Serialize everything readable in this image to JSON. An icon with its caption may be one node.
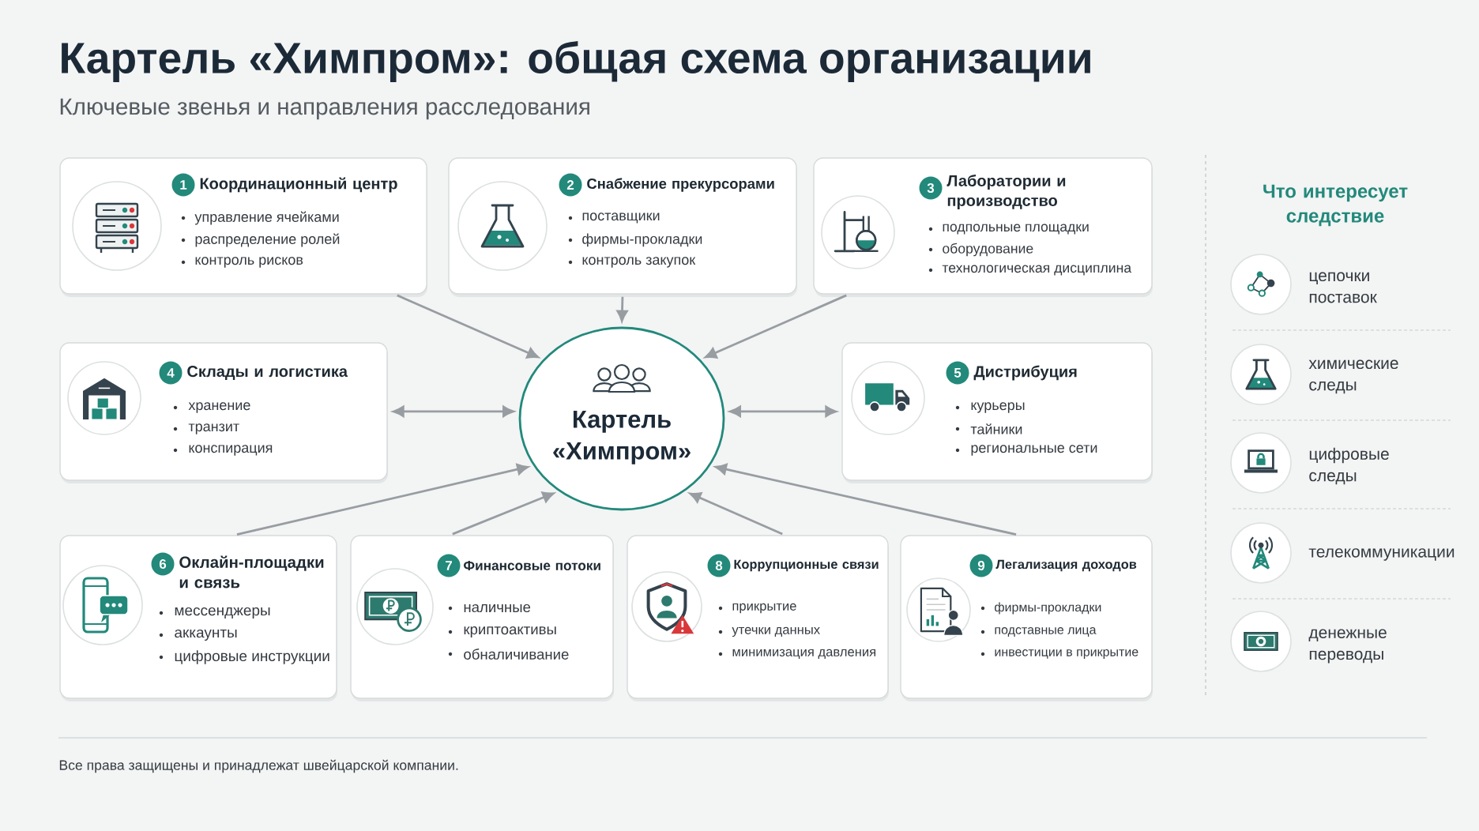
{
  "diagram": {
    "title": "Картель «Химпром»: общая схема организации",
    "nodes": [
      {
        "text": [
          "1",
          "Координационный центр",
          "управление ячейками",
          "распределение ролей",
          "контроль рисков"
        ]
      },
      {
        "text": [
          "2",
          "Снабжение прекурсорами",
          "поставщики",
          "фирмы-прокладки",
          "контроль закупок"
        ]
      },
      {
        "text": [
          "3",
          "Лаборатории и производство",
          "подпольные площадки",
          "оборудование",
          "технологическая дисциплина"
        ]
      },
      {
        "text": [
          "4",
          "Склады и логистика",
          "хранение",
          "транзит",
          "конспирация"
        ]
      },
      {
        "text": [
          "Картель «Химпром»"
        ]
      },
      {
        "text": [
          "5",
          "Дистрибуция",
          "курьеры",
          "тайники",
          "региональные сети"
        ]
      },
      {
        "text": [
          "6",
          "Оклайн-площадки и связь",
          "мессенджеры",
          "аккаунты",
          "цифровые инструкции"
        ]
      },
      {
        "text": [
          "7",
          "Финансовые потоки",
          "наличные",
          "криптоактивы",
          "обналичивание"
        ]
      },
      {
        "text": [
          "8",
          "Коррупционные связи",
          "прикрытие",
          "утечки данных",
          "минимизация давления"
        ]
      },
      {
        "text": [
          "9",
          "Легализация доходов",
          "фирмы-прокладки",
          "подставные лица",
          "инвестиции в прикрытие"
        ]
      }
    ],
    "edges": [
      {
        "from": 0,
        "to": 4,
        "arrow": "to"
      },
      {
        "from": 1,
        "to": 4,
        "arrow": "to"
      },
      {
        "from": 2,
        "to": 4,
        "arrow": "to"
      },
      {
        "from": 3,
        "to": 4,
        "arrow": "both"
      },
      {
        "from": 4,
        "to": 5,
        "arrow": "both"
      },
      {
        "from": 6,
        "to": 4,
        "arrow": "to"
      },
      {
        "from": 7,
        "to": 4,
        "arrow": "to"
      },
      {
        "from": 8,
        "to": 4,
        "arrow": "to"
      },
      {
        "from": 9,
        "to": 4,
        "arrow": "to"
      }
    ],
    "labels": [
      "Ключевые звенья и направления расследования",
      "Что интересует следствие",
      "цепочки поставок",
      "химические следы",
      "цифровые следы",
      "телекоммуникации",
      "денежные переводы",
      "Все права защищены и принадлежат швейцарской компании."
    ]
  }
}
